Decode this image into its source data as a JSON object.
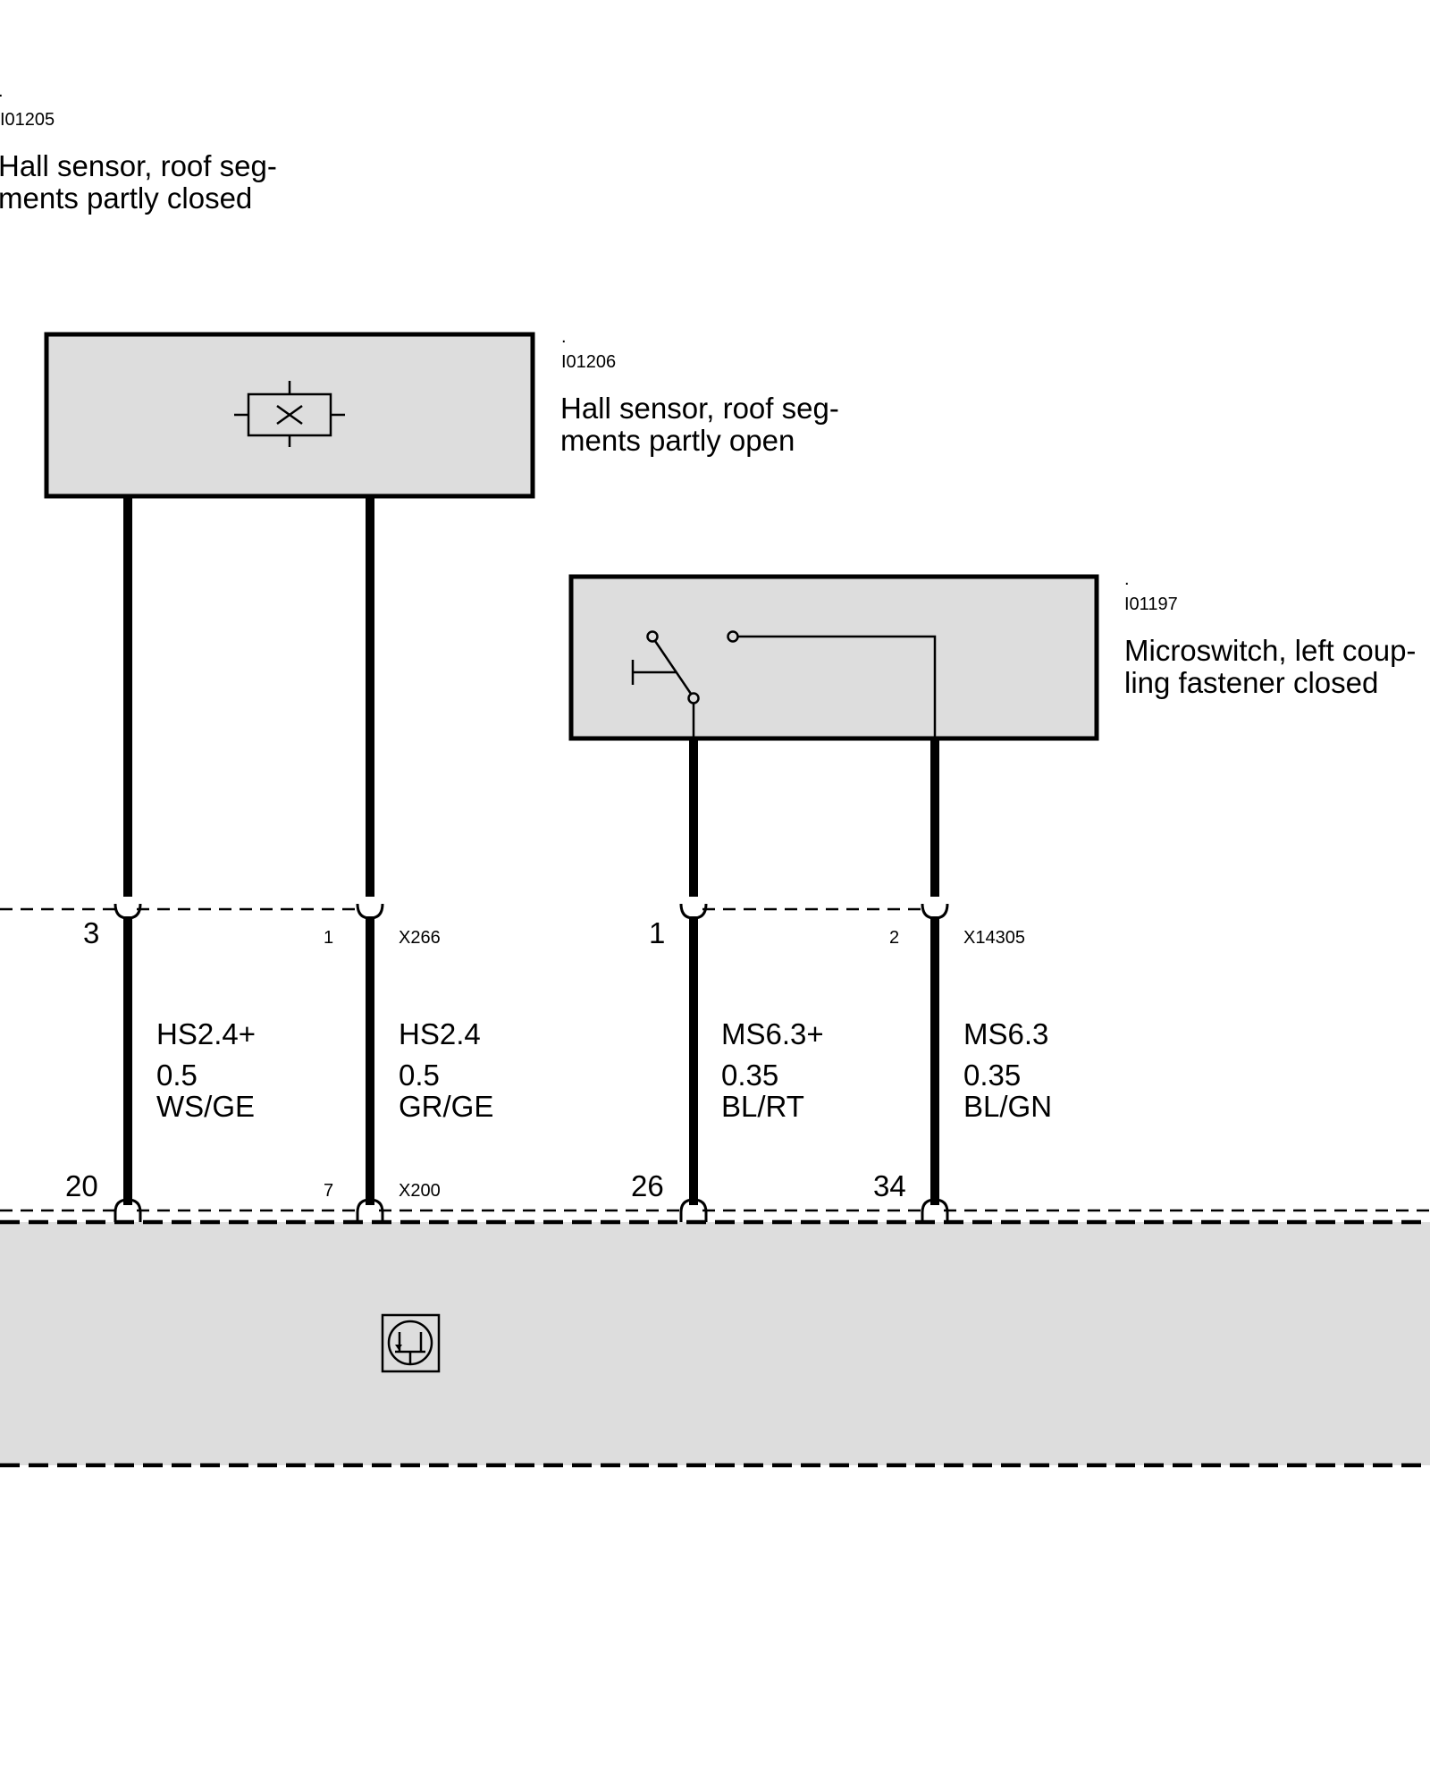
{
  "components": {
    "hall_closed": {
      "code": "I01205",
      "title_line1": "Hall sensor, roof seg-",
      "title_line2": "ments partly closed"
    },
    "hall_open": {
      "code": "I01206",
      "title_line1": "Hall sensor, roof seg-",
      "title_line2": "ments partly open"
    },
    "microswitch": {
      "code": "I01197",
      "title_line1": "Microswitch, left coup-",
      "title_line2": "ling fastener closed"
    }
  },
  "connectors": {
    "x266": {
      "name": "X266",
      "pin_a": "3",
      "pin_b": "1"
    },
    "x14305": {
      "name": "X14305",
      "pin_a": "1",
      "pin_b": "2"
    },
    "x200": {
      "name": "X200",
      "pin_a": "20",
      "pin_b": "7",
      "pin_c": "26",
      "pin_d": "34"
    }
  },
  "wires": [
    {
      "signal": "HS2.4+",
      "size": "0.5",
      "color": "WS/GE"
    },
    {
      "signal": "HS2.4",
      "size": "0.5",
      "color": "GR/GE"
    },
    {
      "signal": "MS6.3+",
      "size": "0.35",
      "color": "BL/RT"
    },
    {
      "signal": "MS6.3",
      "size": "0.35",
      "color": "BL/GN"
    }
  ],
  "ecu": {
    "icon": "transistor-icon"
  }
}
